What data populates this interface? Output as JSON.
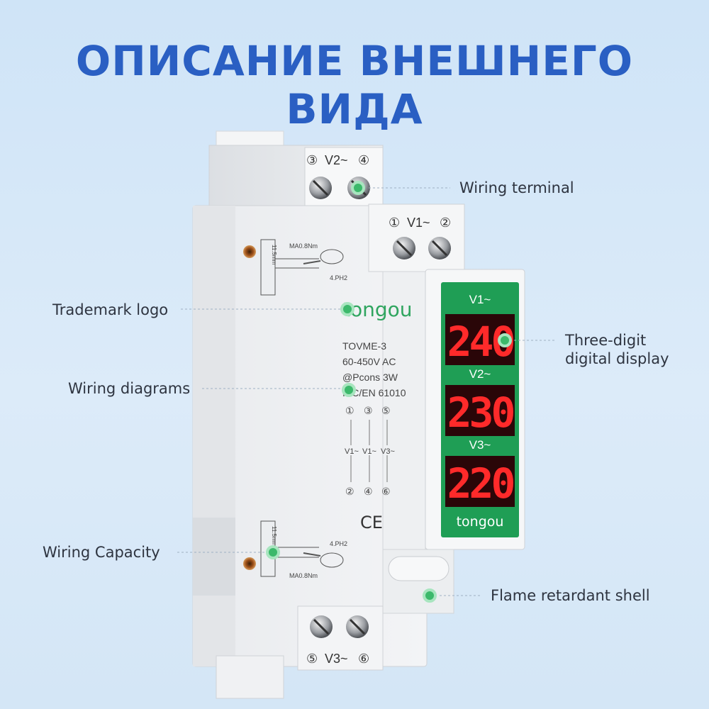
{
  "title": "ОПИСАНИЕ ВНЕШНЕГО ВИДА",
  "labels": {
    "wiring_terminal": "Wiring terminal",
    "trademark_logo": "Trademark logo",
    "wiring_diagrams": "Wiring diagrams",
    "wiring_capacity": "Wiring Capacity",
    "display_line1": "Three-digit",
    "display_line2": "digital display",
    "flame_shell": "Flame retardant shell"
  },
  "device": {
    "brand": "tongou",
    "model": "TOVME-3",
    "voltage": "60-450V AC",
    "power": "@Pcons 3W",
    "standard": "IEC/EN 61010",
    "terminals": {
      "top_back": {
        "left": "③",
        "label": "V2~",
        "right": "④"
      },
      "top_front": {
        "left": "①",
        "label": "V1~",
        "right": "②"
      },
      "bottom": {
        "left": "⑤",
        "label": "V3~",
        "right": "⑥"
      }
    },
    "diagram": {
      "top": [
        "①",
        "③",
        "⑤"
      ],
      "mid": [
        "V1~",
        "V1~",
        "V3~"
      ],
      "bottom": [
        "②",
        "④",
        "⑥"
      ]
    },
    "torque_top": "MA0.8Nm",
    "strip_top": "11.5mm",
    "screwdriver_top": "4.PH2",
    "torque_bottom": "MA0.8Nm",
    "strip_bottom": "11.5mm",
    "screwdriver_bottom": "4.PH2",
    "ce": "CE"
  },
  "display": {
    "channels": [
      {
        "label": "V1~",
        "value": "240"
      },
      {
        "label": "V2~",
        "value": "230"
      },
      {
        "label": "V3~",
        "value": "220"
      }
    ],
    "brand": "tongou"
  },
  "colors": {
    "title": "#2a5fc3",
    "display_green": "#1f9e55",
    "segment_red": "#ff2a2a",
    "marker_green": "#3cb96b"
  }
}
